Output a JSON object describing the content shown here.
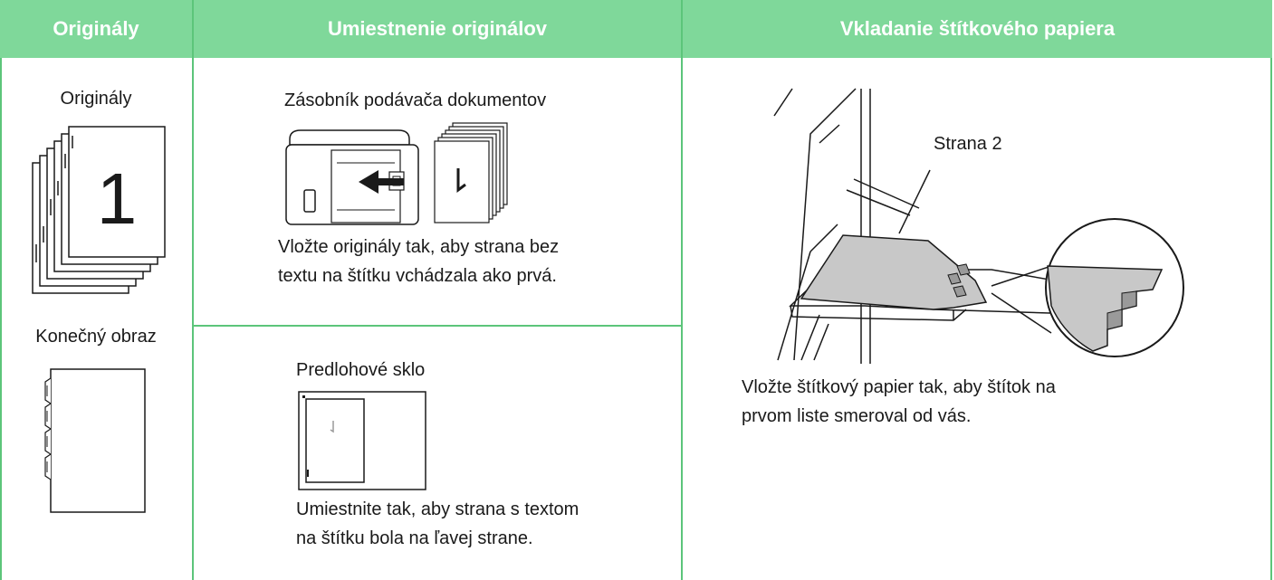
{
  "headers": {
    "col1": "Originály",
    "col2": "Umiestnenie originálov",
    "col3": "Vkladanie štítkového papiera"
  },
  "col1": {
    "originals_label": "Originály",
    "page_number": "1",
    "final_label": "Konečný obraz"
  },
  "col2": {
    "feeder_title": "Zásobník podávača dokumentov",
    "feeder_line1": "Vložte originály tak, aby strana bez",
    "feeder_line2": "textu na štítku vchádzala ako prvá.",
    "glass_title": "Predlohové sklo",
    "glass_line1": "Umiestnite tak, aby strana s textom",
    "glass_line2": "na štítku bola na ľavej strane."
  },
  "col3": {
    "side_label": "Strana 2",
    "note_line1": "Vložte štítkový papier tak, aby štítok na",
    "note_line2": "prvom liste smeroval od vás."
  },
  "colors": {
    "header_bg": "#7fd89a",
    "border": "#5cc57a",
    "paper_gray": "#c8c8c8"
  }
}
